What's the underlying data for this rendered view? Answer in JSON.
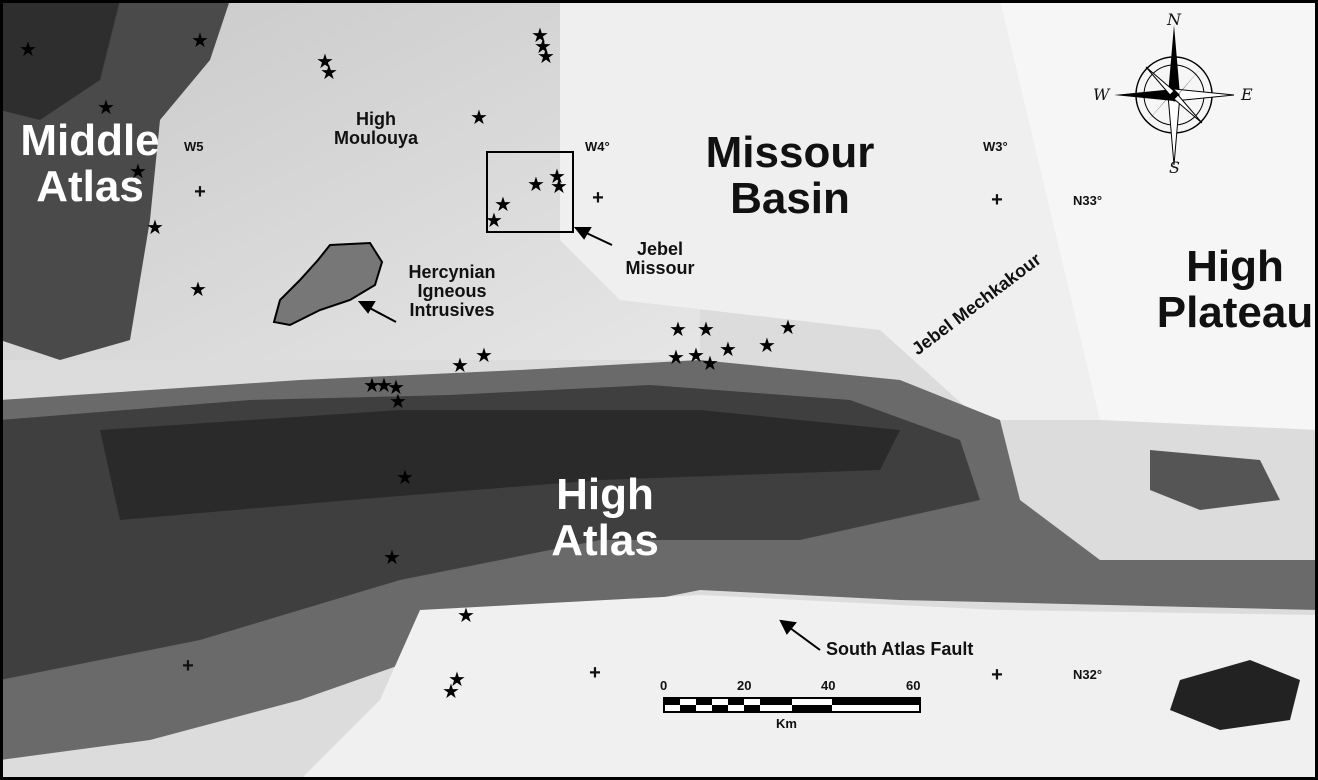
{
  "labels": {
    "middle_atlas_1": "Middle",
    "middle_atlas_2": "Atlas",
    "high_moulouya_1": "High",
    "high_moulouya_2": "Moulouya",
    "missour_basin_1": "Missour",
    "missour_basin_2": "Basin",
    "high_plateau_1": "High",
    "high_plateau_2": "Plateau",
    "high_atlas_1": "High",
    "high_atlas_2": "Atlas",
    "jebel_missour_1": "Jebel",
    "jebel_missour_2": "Missour",
    "hercynian_1": "Hercynian",
    "hercynian_2": "Igneous",
    "hercynian_3": "Intrusives",
    "jebel_mechkakour": "Jebel Mechkakour",
    "south_atlas_fault": "South Atlas Fault"
  },
  "coords": {
    "w5": "W5",
    "w4": "W4°",
    "w3": "W3°",
    "n33": "N33°",
    "n32": "N32°"
  },
  "compass": {
    "n": "N",
    "s": "S",
    "e": "E",
    "w": "W"
  },
  "scale": {
    "ticks": [
      "0",
      "20",
      "40",
      "60"
    ],
    "unit": "Km"
  },
  "marker_symbol": "★",
  "grid_symbol": "+",
  "colors": {
    "light": "#e9e9e9",
    "mid": "#9a9a9a",
    "dark": "#3a3a3a",
    "ink": "#111111"
  }
}
